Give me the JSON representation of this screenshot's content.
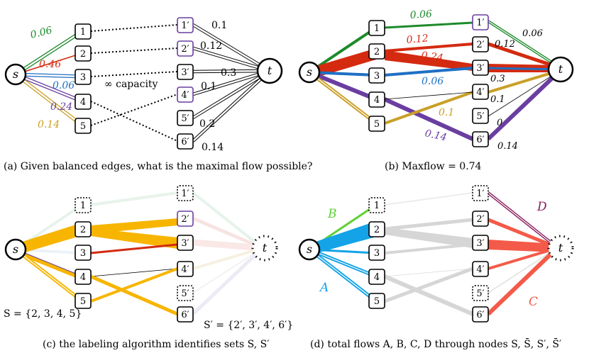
{
  "nodes": {
    "s": "s",
    "t": "t",
    "left": [
      "1",
      "2",
      "3",
      "4",
      "5"
    ],
    "right": [
      "1′",
      "2′",
      "3′",
      "4′",
      "5′",
      "6′"
    ]
  },
  "panel_a": {
    "caption": "(a) Given balanced edges, what is the maximal flow possible?",
    "s_edges": [
      "0.06",
      "0.46",
      "0.06",
      "0.24",
      "0.14"
    ],
    "t_edges": [
      "0.1",
      "0.12",
      "0.3",
      "0.1",
      "0.2",
      "0.14"
    ],
    "infinity_label": "∞ capacity"
  },
  "panel_b": {
    "caption": "(b) Maxflow = 0.74",
    "flow_labels": [
      "0.06",
      "0.12",
      "0.24",
      "0.06",
      "0.1",
      "0.14"
    ],
    "t_edges": [
      "0.06",
      "0.12",
      "0.3",
      "0.1",
      "0",
      "0.14"
    ]
  },
  "panel_c": {
    "caption": "(c) the labeling algorithm identifies sets S, S′",
    "set_s": "S = {2, 3, 4, 5}",
    "set_sp": "S′ = {2′, 3′, 4′, 6′}"
  },
  "panel_d": {
    "caption": "(d) total flows A, B, C, D through nodes S, S̄, S′, S̄′",
    "labels": {
      "A": "A",
      "B": "B",
      "C": "C",
      "D": "D"
    }
  },
  "colors": {
    "green": "#1e8a2c",
    "red": "#d42a10",
    "blue": "#1f6fc4",
    "purple": "#6a3ea1",
    "gold": "#c9a027",
    "orange": "#f7b500",
    "cyan": "#14a3e6",
    "lime": "#5cd132",
    "salmon": "#f45a49",
    "magenta": "#8b2060"
  }
}
